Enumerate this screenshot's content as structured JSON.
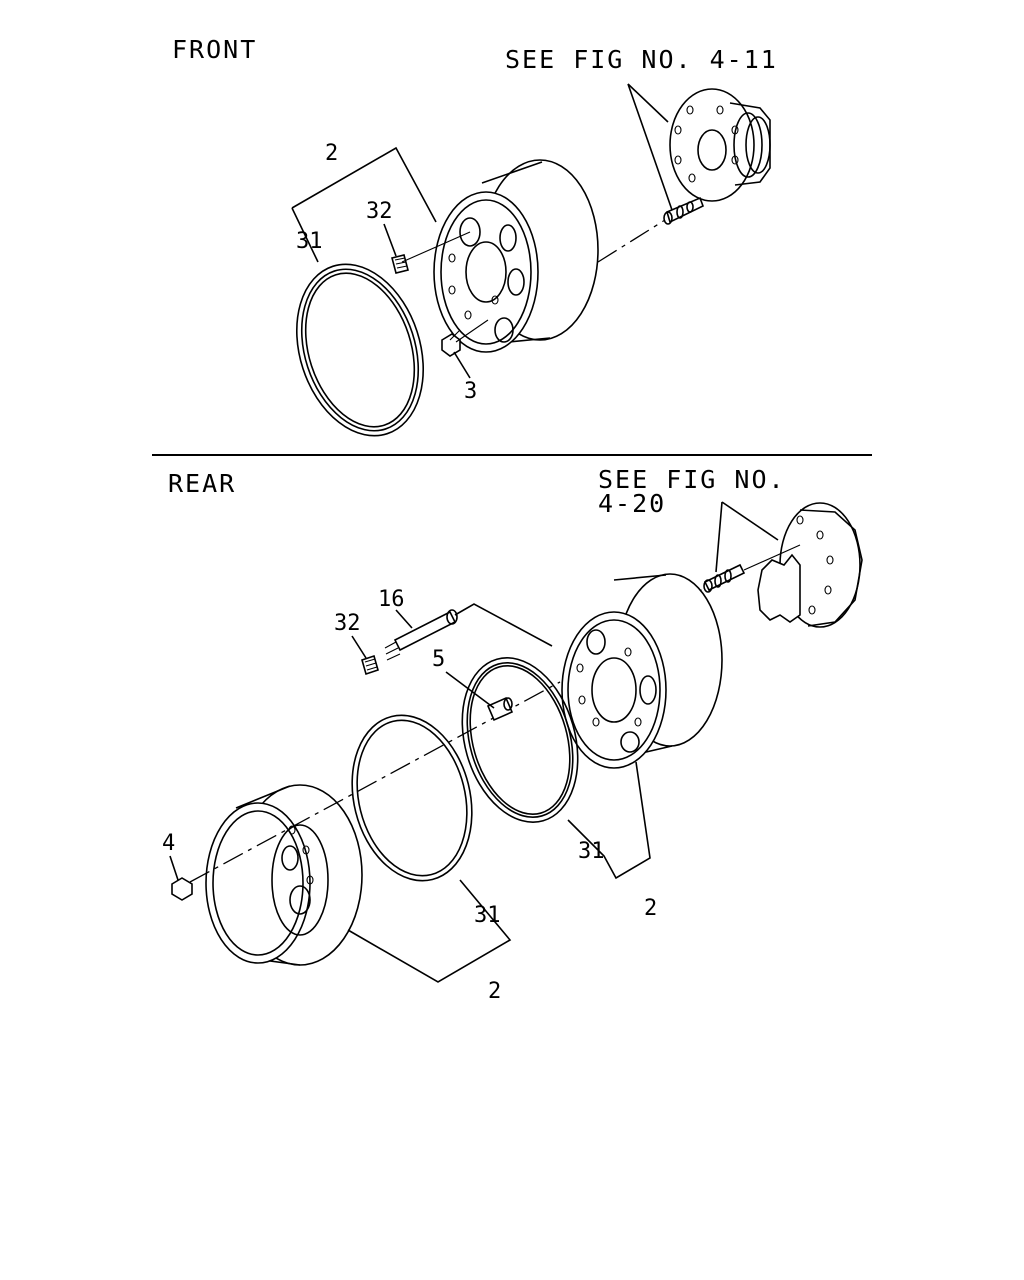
{
  "sections": {
    "front": {
      "title": "FRONT",
      "see_ref": "SEE FIG NO. 4-11"
    },
    "rear": {
      "title": "REAR",
      "see_ref_line1": "SEE FIG NO.",
      "see_ref_line2": "4-20"
    }
  },
  "callouts": {
    "front": {
      "wheel": "2",
      "ring": "31",
      "cap": "32",
      "nut": "3"
    },
    "rear": {
      "valve_ext": "16",
      "cap": "32",
      "valve": "5",
      "nut": "4",
      "ring_outer": "31",
      "ring_inner": "31",
      "wheel_inner": "2",
      "wheel_outer": "2"
    }
  }
}
